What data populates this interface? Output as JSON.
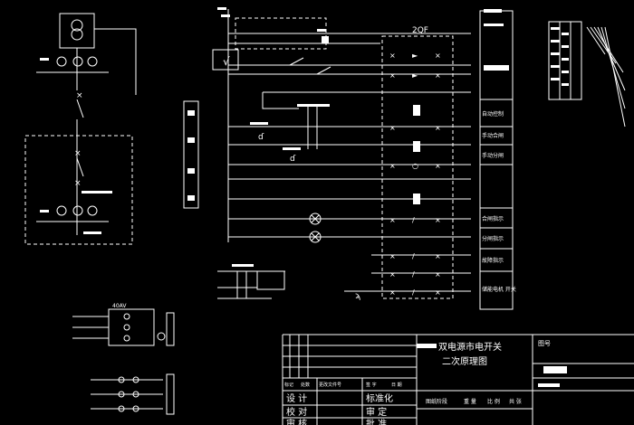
{
  "diagram": {
    "title_line1": "双电源市电开关",
    "title_line2": "二次原理图",
    "breaker_label": "2QF",
    "block_label": "40AV",
    "sheet_label": "图号",
    "panel_labels": [
      "自动控制",
      "手动合闸",
      "手动分闸",
      "合闸指示",
      "分闸指示",
      "故障指示",
      "储能电机\n开关"
    ],
    "title_block_rows": [
      [
        "设 计",
        "标准化"
      ],
      [
        "校 对",
        "审 定"
      ],
      [
        "审 核",
        "批 准"
      ]
    ],
    "title_block_header": [
      "标记",
      "处数",
      "更改文件号",
      "签 字",
      "日 期"
    ],
    "title_block_stage": "图纸阶段",
    "title_block_cols": [
      "重 量",
      "比 例",
      "共 张"
    ]
  }
}
